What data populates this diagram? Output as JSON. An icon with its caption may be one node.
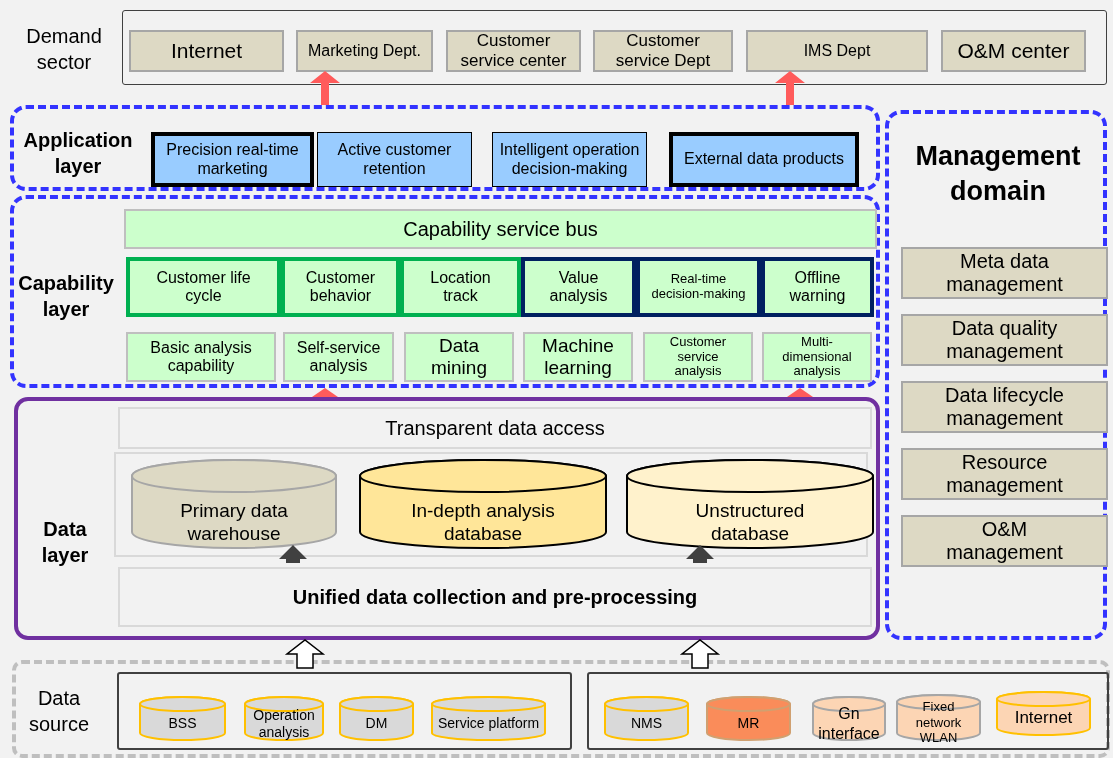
{
  "diagram": {
    "nodes": [
      {
        "text": [
          "Demand sector"
        ]
      },
      {
        "text": [
          "Internet"
        ],
        "in": 0
      },
      {
        "text": [
          "Marketing Dept."
        ],
        "in": 0
      },
      {
        "text": [
          "Customer service center"
        ],
        "in": 0
      },
      {
        "text": [
          "Customer service Dept"
        ],
        "in": 0
      },
      {
        "text": [
          "IMS Dept"
        ],
        "in": 0
      },
      {
        "text": [
          "O&M center"
        ],
        "in": 0
      },
      {
        "text": [
          "Application layer"
        ]
      },
      {
        "text": [
          "Precision real-time marketing"
        ],
        "in": 7
      },
      {
        "text": [
          "Active customer retention"
        ],
        "in": 7
      },
      {
        "text": [
          "Intelligent operation decision-making"
        ],
        "in": 7
      },
      {
        "text": [
          "External data products"
        ],
        "in": 7
      },
      {
        "text": [
          "Management domain"
        ]
      },
      {
        "text": [
          "Meta data management"
        ],
        "in": 12
      },
      {
        "text": [
          "Data quality management"
        ],
        "in": 12
      },
      {
        "text": [
          "Data lifecycle management"
        ],
        "in": 12
      },
      {
        "text": [
          "Resource management"
        ],
        "in": 12
      },
      {
        "text": [
          "O&M management"
        ],
        "in": 12
      },
      {
        "text": [
          "Capability layer"
        ]
      },
      {
        "text": [
          "Capability service bus"
        ],
        "in": 18
      },
      {
        "text": [
          "Customer life cycle"
        ],
        "in": 18
      },
      {
        "text": [
          "Customer behavior"
        ],
        "in": 18
      },
      {
        "text": [
          "Location track"
        ],
        "in": 18
      },
      {
        "text": [
          "Value analysis"
        ],
        "in": 18
      },
      {
        "text": [
          "Real-time decision-making"
        ],
        "in": 18
      },
      {
        "text": [
          "Offline warning"
        ],
        "in": 18
      },
      {
        "text": [
          "Basic analysis capability"
        ],
        "in": 18
      },
      {
        "text": [
          "Self-service analysis"
        ],
        "in": 18
      },
      {
        "text": [
          "Data mining"
        ],
        "in": 18
      },
      {
        "text": [
          "Machine learning"
        ],
        "in": 18
      },
      {
        "text": [
          "Customer service analysis"
        ],
        "in": 18
      },
      {
        "text": [
          "Multi-dimensional analysis"
        ],
        "in": 18
      },
      {
        "text": [
          "Data layer"
        ]
      },
      {
        "text": [
          "Transparent data access"
        ],
        "in": 32
      },
      {
        "text": [
          "Primary data warehouse"
        ],
        "in": 32
      },
      {
        "text": [
          "In-depth analysis database"
        ],
        "in": 32
      },
      {
        "text": [
          "Unstructured database"
        ],
        "in": 32
      },
      {
        "text": [
          "Unified data collection and pre-processing"
        ],
        "in": 32
      },
      {
        "text": [
          "Data source"
        ]
      },
      {
        "text": [],
        "shape": "box",
        "in": 38
      },
      {
        "text": [
          "BSS"
        ],
        "in": 39
      },
      {
        "text": [
          "Operation analysis"
        ],
        "in": 39
      },
      {
        "text": [
          "DM"
        ],
        "in": 39
      },
      {
        "text": [
          "Service platform"
        ],
        "in": 39
      },
      {
        "text": [],
        "shape": "box",
        "in": 38
      },
      {
        "text": [
          "NMS"
        ],
        "in": 44
      },
      {
        "text": [
          "MR"
        ],
        "in": 44
      },
      {
        "text": [
          "Gn interface"
        ],
        "in": 44
      },
      {
        "text": [
          "Fixed network WLAN"
        ],
        "in": 44
      },
      {
        "text": [
          "Internet"
        ],
        "in": 44
      }
    ],
    "edges": [
      {
        "from": 7,
        "to": 2,
        "arrow": "to",
        "style": "thick",
        "color": "#ff5b5b"
      },
      {
        "from": 7,
        "to": 5,
        "arrow": "to",
        "style": "thick",
        "color": "#ff5b5b"
      },
      {
        "from": 32,
        "to": 18,
        "arrow": "to",
        "style": "thick",
        "color": "#ff5b5b"
      },
      {
        "from": 32,
        "to": 18,
        "arrow": "to",
        "style": "thick",
        "color": "#ff5b5b"
      },
      {
        "from": 37,
        "to": 34,
        "arrow": "to",
        "style": "thick",
        "color": "#404040"
      },
      {
        "from": 37,
        "to": 36,
        "arrow": "to",
        "style": "thick",
        "color": "#404040"
      },
      {
        "from": 39,
        "to": 32,
        "arrow": "to",
        "style": "thick",
        "color": "#ffffff"
      },
      {
        "from": 44,
        "to": 32,
        "arrow": "to",
        "style": "thick",
        "color": "#ffffff"
      }
    ]
  }
}
